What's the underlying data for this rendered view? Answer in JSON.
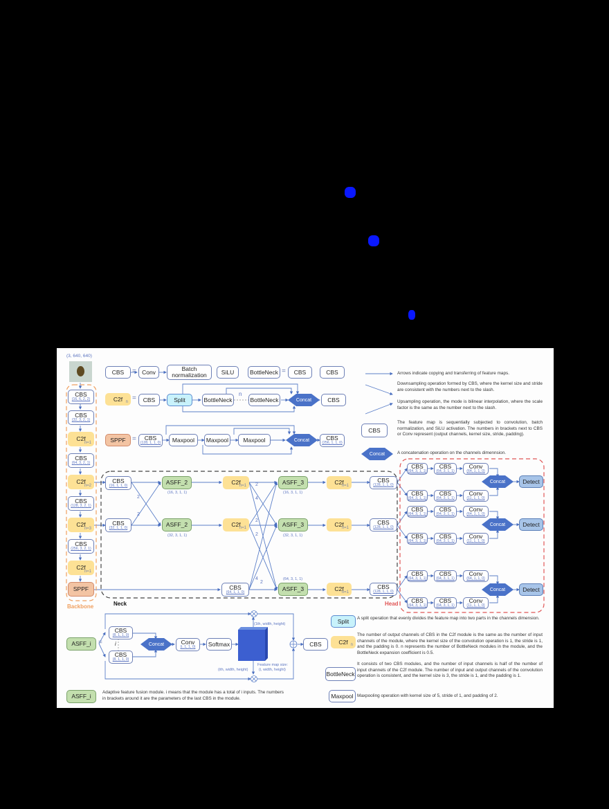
{
  "background": {
    "color": "#000000",
    "blobs_color": "#0a18ff"
  },
  "input": {
    "shape_label": "(3, 640, 640)",
    "image": "microscope-egg-thumbnail"
  },
  "definitions": {
    "cbs": {
      "name": "CBS",
      "eq": "=",
      "parts": [
        "Conv",
        "Batch normalization",
        "SiLU"
      ]
    },
    "bottleneck": {
      "name": "BottleNeck",
      "eq": "=",
      "parts": [
        "CBS",
        "CBS"
      ]
    },
    "c2f": {
      "name": "C2f",
      "n": "n",
      "eq": "=",
      "parts": [
        "CBS",
        "Split",
        "BottleNeck",
        "n",
        "BottleNeck",
        "Concat",
        "CBS"
      ]
    },
    "sppf": {
      "name": "SPPF",
      "eq": "=",
      "cbs_in": "CBS",
      "cbs_in_params": "(128, 1, 1, 0)",
      "pools": [
        "Maxpool",
        "Maxpool",
        "Maxpool"
      ],
      "concat": "Concat",
      "cbs_out": "CBS",
      "cbs_out_params": "(256, 1, 1, 0)"
    }
  },
  "legend": {
    "arrow": "Arrows indicate copying and transferring of feature maps.",
    "down": "Downsampling operation formed by CBS, where the kernel size and stride are consistent with the numbers next to the slash.",
    "up": "Upsampling operation, the mode is bilinear interpolation, where the scale factor is the same as the number next to the slash.",
    "cbs_label": "CBS",
    "cbs": "The feature map is sequentially subjected to convolution, batch normalization, and SiLU activation. The numbers in brackets next to CBS or Conv represent (output channels, kernel size, stride, padding).",
    "concat_label": "Concat",
    "concat": "A concatenation operation on the channels dimennsion.",
    "split_label": "Split",
    "split": "A split operation that evenly divides the feature map into two parts in the channels dimension.",
    "c2f_label": "C2f",
    "c2f_n": "n",
    "c2f": "The number of output channels of CBS in the C2f module is the same as the number of input channels of the module, where the kernel size of the convolution operation is 1, the stride is 1, and the padding is 0. n represents the number of BottleNeck modules in the module, and the BottleNeck expansion coefficient is 0.5.",
    "bottleneck_label": "BottleNeck",
    "bottleneck": "It consists of two CBS modules, and the number of input channels is half of the number of input channels of the C2f module. The number of input and output channels of the convolution operation is consistent, and the kernel size is 3, the stride is 1, and the padding is 1.",
    "maxpool_label": "Maxpool",
    "maxpool": "Maxpooling operation with kernel size of 5, stride of 1, and padding of 2.",
    "asff_label": "ASFF_i",
    "asff": "Adaptive feature fusion module. i means that the module has a total of i inputs. The numbers in brackets around it are the parameters of the last CBS in the module."
  },
  "backbone": {
    "title": "Backbone",
    "color": "#f0a060",
    "blocks": [
      {
        "name": "CBS",
        "params": "(16, 6, 2, 2)"
      },
      {
        "name": "CBS",
        "params": "(32, 3, 2, 1)"
      },
      {
        "name": "C2f",
        "n": "n=1"
      },
      {
        "name": "CBS",
        "params": "(64, 3, 2, 1)"
      },
      {
        "name": "C2f",
        "n": "n=2"
      },
      {
        "name": "CBS",
        "params": "(128, 3, 2, 1)"
      },
      {
        "name": "C2f",
        "n": "n=3"
      },
      {
        "name": "CBS",
        "params": "(256, 3, 2, 1)"
      },
      {
        "name": "C2f",
        "n": "n=1"
      },
      {
        "name": "SPPF"
      }
    ]
  },
  "neck": {
    "title": "Neck",
    "cbs_in": [
      {
        "name": "CBS",
        "params": "(16, 1, 1, 0)"
      },
      {
        "name": "CBS",
        "params": "(32, 1, 1, 0)"
      },
      {
        "name": "CBS",
        "params": "(64, 1, 1, 0)"
      }
    ],
    "asff2": [
      {
        "name": "ASFF_2",
        "params": "(16, 3, 1, 1)"
      },
      {
        "name": "ASFF_2",
        "params": "(32, 3, 1, 1)"
      }
    ],
    "c2f_mid": [
      {
        "name": "C2f",
        "n": "n=1"
      },
      {
        "name": "C2f",
        "n": "n=1"
      }
    ],
    "asff3": [
      {
        "name": "ASFF_3",
        "params": "(16, 3, 1, 1)"
      },
      {
        "name": "ASFF_3",
        "params": "(32, 3, 1, 1)"
      },
      {
        "name": "ASFF_3",
        "params": "(64, 3, 1, 1)"
      }
    ],
    "c2f_out": [
      {
        "name": "C2f",
        "n": "n=1"
      },
      {
        "name": "C2f",
        "n": "n=1"
      },
      {
        "name": "C2f",
        "n": "n=1"
      }
    ],
    "cbs_out": [
      {
        "name": "CBS",
        "params": "(128, 1, 1, 0)"
      },
      {
        "name": "CBS",
        "params": "(128, 1, 1, 0)"
      },
      {
        "name": "CBS",
        "params": "(128, 1, 1, 0)"
      }
    ],
    "scale_labels": [
      "2",
      "2",
      "2",
      "4",
      "2",
      "2",
      "4",
      "2"
    ]
  },
  "head": {
    "title": "Head",
    "color": "#e05555",
    "groups": [
      {
        "rows": [
          {
            "cbs1": "(64, 3, 1, 1)",
            "cbs2": "(64, 3, 1, 1)",
            "conv": "(64, 1, 1, 0)"
          },
          {
            "cbs1": "(64, 3, 1, 1)",
            "cbs2": "(64, 3, 1, 1)",
            "conv": "(11, 1, 1, 0)"
          }
        ],
        "concat": "Concat",
        "detect": "Detect"
      },
      {
        "rows": [
          {
            "cbs1": "(64, 3, 1, 1)",
            "cbs2": "(64, 3, 1, 1)",
            "conv": "(64, 1, 1, 0)"
          },
          {
            "cbs1": "(64, 3, 1, 1)",
            "cbs2": "(64, 3, 1, 1)",
            "conv": "(11, 1, 1, 0)"
          }
        ],
        "concat": "Concat",
        "detect": "Detect"
      },
      {
        "rows": [
          {
            "cbs1": "(64, 3, 1, 1)",
            "cbs2": "(64, 3, 1, 1)",
            "conv": "(64, 1, 1, 0)"
          },
          {
            "cbs1": "(64, 3, 1, 1)",
            "cbs2": "(64, 3, 1, 1)",
            "conv": "(11, 1, 1, 0)"
          }
        ],
        "concat": "Concat",
        "detect": "Detect"
      }
    ],
    "labels": {
      "cbs": "CBS",
      "conv": "Conv"
    }
  },
  "asff_detail": {
    "name": "ASFF_i",
    "eq": "=",
    "cbs_top": {
      "name": "CBS",
      "params": "(8, 1, 1, 0)"
    },
    "cbs_bottom": {
      "name": "CBS",
      "params": "(8, 1, 1, 0)"
    },
    "i_label": "i",
    "concat": "Concat",
    "conv": {
      "name": "Conv",
      "params": "(i, 1, 1, 0)"
    },
    "softmax": "Softmax",
    "top_label": "(1th, width, height)",
    "bottom_label": "(ith, width, height)",
    "fm_label_1": "Feature map size:",
    "fm_label_2": "(i, width, height)",
    "cbs_out": "CBS"
  }
}
